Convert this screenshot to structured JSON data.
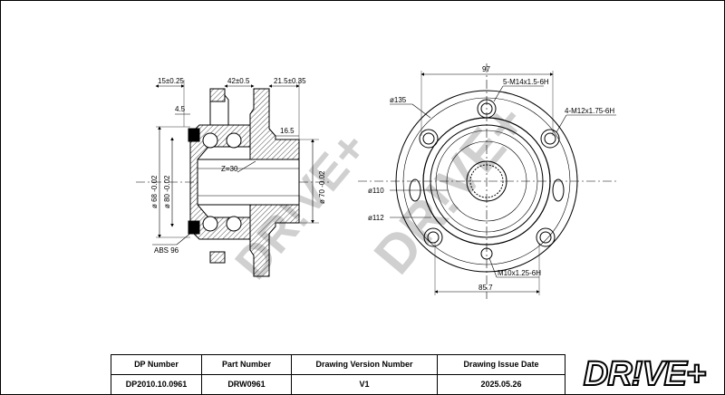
{
  "drawing": {
    "watermark": "DR!VE+",
    "side_view": {
      "dim_top_left": "15±0.25",
      "dim_top_mid": "42±0.5",
      "dim_top_right": "21.5±0.35",
      "dim_small_left": "4.5",
      "dim_small_right": "16.5",
      "dim_dia_left_1": "ø 68 -0.02",
      "dim_dia_left_2": "ø 80 -0.02",
      "dim_dia_right": "ø 70 -0.02",
      "spline_label": "Z=30",
      "abs_label": "ABS 96"
    },
    "front_view": {
      "dim_top": "97",
      "label_bolts": "5-M14x1.5-6H",
      "label_holes": "4-M12x1.75-6H",
      "dia_135": "ø135",
      "dia_110": "ø110",
      "dia_112": "ø112",
      "label_bottom_hole": "M10x1.25-6H",
      "dim_bottom": "85.7"
    }
  },
  "title_block": {
    "headers": [
      "DP Number",
      "Part Number",
      "Drawing Version Number",
      "Drawing Issue Date"
    ],
    "values": [
      "DP2010.10.0961",
      "DRW0961",
      "V1",
      "2025.05.26"
    ]
  },
  "logo": "DR!VE+"
}
